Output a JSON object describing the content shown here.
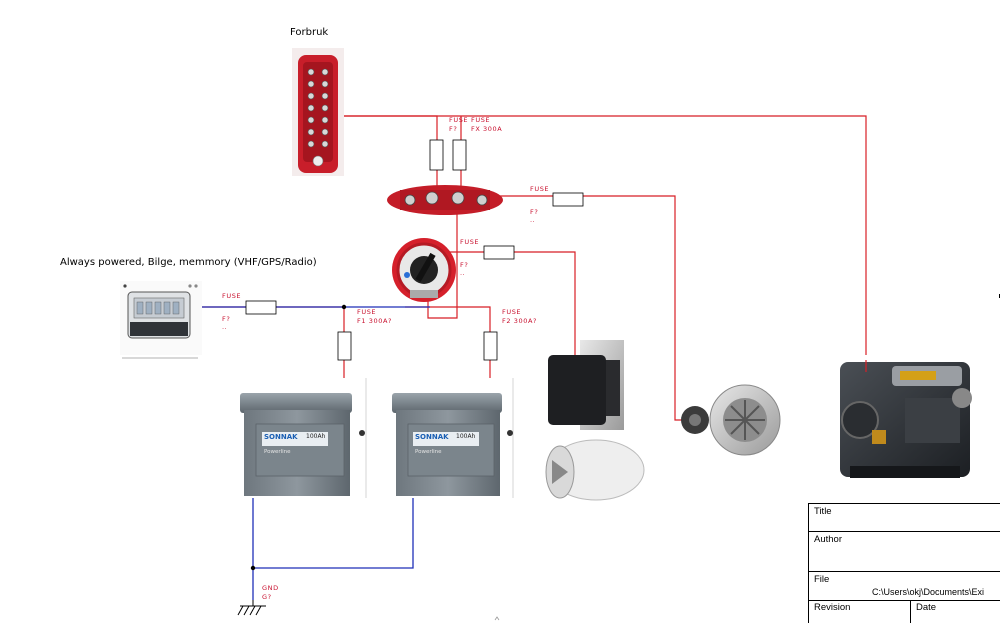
{
  "labels": {
    "forbruk": "Forbruk",
    "always_powered": "Always powered, Bilge, memmory (VHF/GPS/Radio)"
  },
  "fuses": {
    "f1": {
      "type": "FUSE",
      "ref": "F1 300A?"
    },
    "f2": {
      "type": "FUSE",
      "ref": "F2 300A?"
    },
    "fx": {
      "type": "FUSE",
      "ref": "FX 300A"
    },
    "forbruk_fuse": {
      "type": "FUSE",
      "ref": "F?"
    },
    "alt_fuse": {
      "type": "FUSE",
      "ref": "F?",
      "note": ".."
    },
    "thruster_fuse": {
      "type": "FUSE",
      "ref": "F?",
      "note": ".."
    },
    "fusebox_fuse": {
      "type": "FUSE",
      "ref": "F?",
      "note": ".."
    }
  },
  "ground": {
    "type": "GND",
    "ref": "G?"
  },
  "battery": {
    "brand": "SONNAK",
    "capacity": "100Ah",
    "line": "Powerline"
  },
  "title_block": {
    "title_label": "Title",
    "author_label": "Author",
    "file_label": "File",
    "file_path": "C:\\Users\\okj\\Documents\\Exi",
    "revision_label": "Revision",
    "date_label": "Date"
  },
  "colors": {
    "wire_red": "#d81f26",
    "wire_blue": "#1f2fb8",
    "label_red": "#c8102e"
  }
}
